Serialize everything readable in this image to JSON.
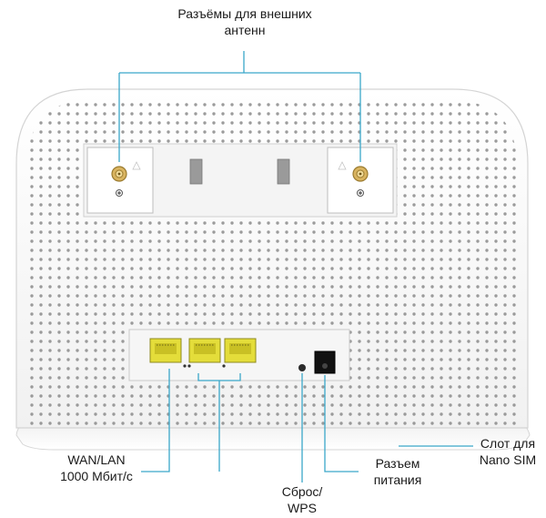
{
  "labels": {
    "antenna_line1": "Разъёмы для внешних",
    "antenna_line2": "антенн",
    "wan_line1": "WAN/LAN",
    "wan_line2": "1000 Мбит/с",
    "reset_line1": "Сброс/",
    "reset_line2": "WPS",
    "power_line1": "Разъем",
    "power_line2": "питания",
    "sim_line1": "Слот для",
    "sim_line2": "Nano SIM"
  },
  "colors": {
    "callout": "#3aa7c9",
    "body": "#f7f7f7",
    "outline": "#d2d2d2",
    "port_yellow": "#e4dd3a",
    "antenna_gold": "#c9a24a"
  }
}
